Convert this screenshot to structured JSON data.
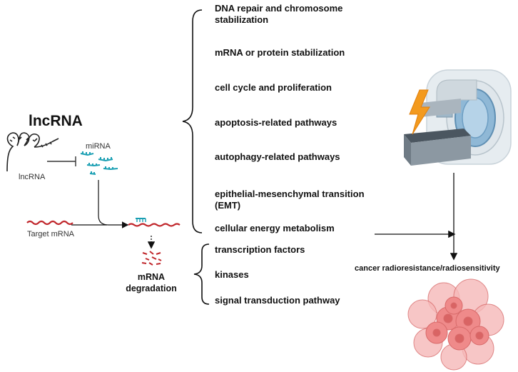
{
  "title": "lncRNA",
  "labels": {
    "lncrna": "lncRNA",
    "mirna": "miRNA",
    "target_mrna": "Target mRNA",
    "mrna_degradation": "mRNA\ndegradation",
    "outcome": "cancer radioresistance/radiosensitivity"
  },
  "mechanisms_group1": [
    "DNA repair and chromosome stabilization",
    "mRNA or protein stabilization",
    "cell cycle and proliferation",
    "apoptosis-related pathways",
    "autophagy-related pathways",
    "epithelial-mesenchymal transition (EMT)",
    "cellular energy metabolism"
  ],
  "mechanisms_group2": [
    "transcription factors",
    "kinases",
    "signal transduction pathway"
  ],
  "icons": [
    "lncrna-icon",
    "mirna-icon",
    "target-mrna-icon",
    "degraded-mrna-icon",
    "radiotherapy-machine-icon",
    "lightning-icon",
    "tumor-icon"
  ],
  "colors": {
    "mirna": "#1a9fb3",
    "mrna": "#c0262b",
    "lightning": "#f39a1e",
    "tumor": "#ef8a8a",
    "line": "#111111"
  }
}
